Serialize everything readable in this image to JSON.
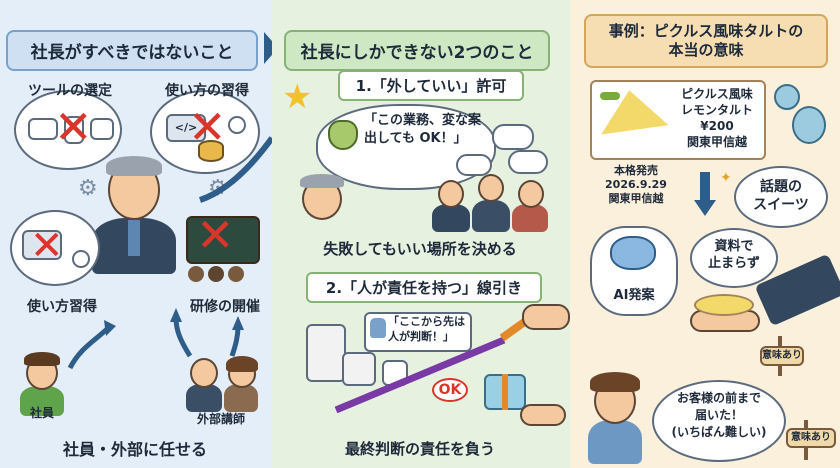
{
  "panel1": {
    "title": "社長がすべきではないこと",
    "items": [
      {
        "label": "ツールの選定"
      },
      {
        "label": "使い方の習得"
      },
      {
        "label": "使い方習得"
      },
      {
        "label": "研修の開催"
      }
    ],
    "employee_label": "社員",
    "instructor_label": "外部講師",
    "footer": "社員・外部に任せる"
  },
  "panel2": {
    "title": "社長にしかできない2つのこと",
    "step1_title": "1.「外していい」許可",
    "step1_bubble": "「この業務、変な案出しても OK！」",
    "step1_caption": "失敗してもいい場所を決める",
    "step2_title": "2.「人が責任を持つ」線引き",
    "step2_sign": "「ここから先は人が判断！」",
    "ok_label": "OK",
    "step2_caption": "最終判断の責任を負う"
  },
  "panel3": {
    "title_line1": "事例：ピクルス風味タルトの",
    "title_line2": "本当の意味",
    "product_name_line1": "ピクルス風味",
    "product_name_line2": "レモンタルト",
    "price": "¥200",
    "region": "関東甲信越",
    "release_line1": "本格発売",
    "release_date": "2026.9.29",
    "release_region": "関東甲信越",
    "bubble_sweets_line1": "話題の",
    "bubble_sweets_line2": "スイーツ",
    "bubble_doc_line1": "資料で",
    "bubble_doc_line2": "止まらず",
    "ai_label": "AI発案",
    "sign_meaning": "意味あり",
    "customer_bubble_line1": "お客様の前まで",
    "customer_bubble_line2": "届いた！",
    "customer_bubble_line3": "(いちばん難しい)"
  },
  "colors": {
    "panel1_bg": "#e4eef8",
    "panel2_bg": "#e6f1e0",
    "panel3_bg": "#fbf0dc",
    "x_mark": "#d9362b",
    "accent_blue": "#2f5d8a"
  }
}
